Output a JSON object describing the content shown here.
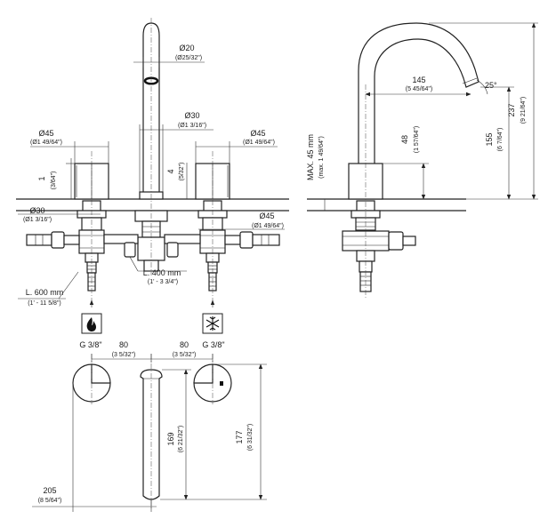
{
  "front": {
    "spout_dia": "Ø20",
    "spout_dia_in": "(Ø25/32\")",
    "base_dia": "Ø30",
    "base_dia_in": "(Ø1 3/16\")",
    "left_handle_dia": "Ø45",
    "left_handle_dia_in": "(Ø1 49/64\")",
    "right_handle_dia": "Ø45",
    "right_handle_dia_in": "(Ø1 49/64\")",
    "cap_height": "1",
    "cap_height_in": "(3/64\")",
    "gap": "4",
    "gap_in": "(5/32\")",
    "shank_dia": "Ø30",
    "shank_dia_in": "(Ø1 3/16\")",
    "nut_dia": "Ø45",
    "nut_dia_in": "(Ø1 49/64\")",
    "hose_center": "L. 400 mm",
    "hose_center_in": "(1' - 3 3/4\")",
    "hose_side": "L. 600 mm",
    "hose_side_in": "(1' - 11 5/8\")",
    "thread_left": "G 3/8\"",
    "thread_right": "G 3/8\"",
    "hot_icon": "flame-icon",
    "cold_icon": "snowflake-icon"
  },
  "side": {
    "reach": "145",
    "reach_in": "(5 45/64\")",
    "angle": "25°",
    "height_total": "237",
    "height_total_in": "(9 21/64\")",
    "height_outlet": "155",
    "height_outlet_in": "(6 7/64\")",
    "body_h": "48",
    "body_h_in": "(1 57/64\")",
    "max_deck": "MAX. 45 mm",
    "max_deck_in": "(max. 1 49/64\")"
  },
  "top": {
    "spacing_left": "80",
    "spacing_left_in": "(3 5/32\")",
    "spacing_right": "80",
    "spacing_right_in": "(3 5/32\")",
    "len_169": "169",
    "len_169_in": "(6 21/32\")",
    "len_177": "177",
    "len_177_in": "(6 31/32\")",
    "len_205": "205",
    "len_205_in": "(8 5/64\")"
  }
}
